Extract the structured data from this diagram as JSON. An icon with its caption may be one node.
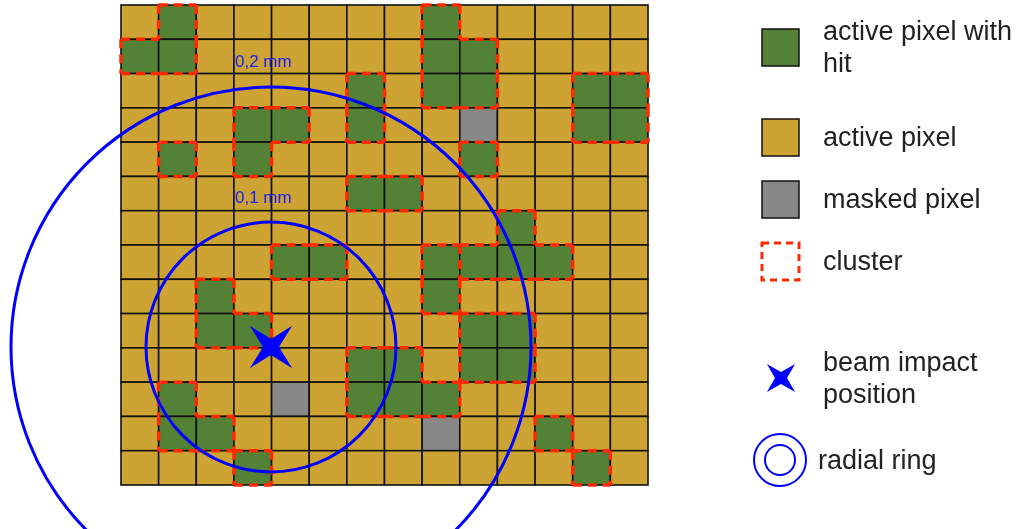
{
  "diagram": {
    "labels": [
      "0,2 mm",
      "0,1 mm"
    ],
    "legend": [
      {
        "text": "active pixel with hit",
        "color": "#538135"
      },
      {
        "text": "active pixel",
        "color": "#cda434"
      },
      {
        "text": "masked pixel",
        "color": "#888888"
      },
      {
        "text": "cluster"
      },
      {
        "text": "beam impact position"
      },
      {
        "text": "radial ring"
      }
    ]
  }
}
